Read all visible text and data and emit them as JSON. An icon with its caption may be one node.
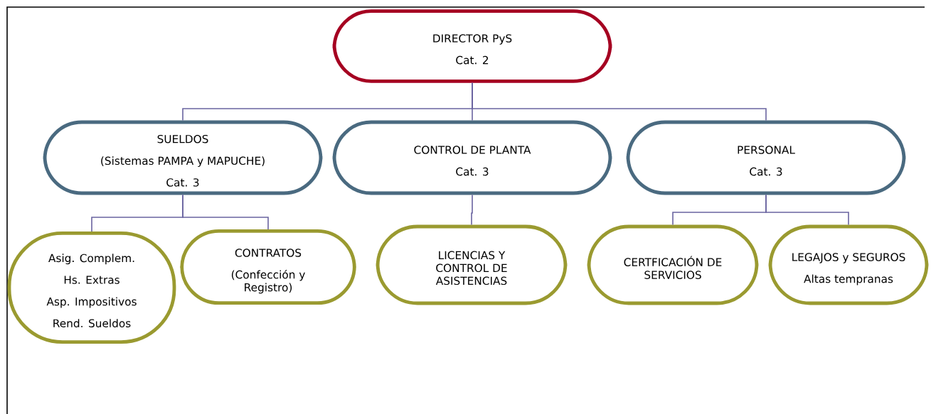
{
  "diagram": {
    "nodes": [
      {
        "text": [
          "DIRECTOR PyS",
          "Cat. 2"
        ]
      },
      {
        "text": [
          "SUELDOS",
          "(Sistemas PAMPA y MAPUCHE)",
          "Cat. 3"
        ]
      },
      {
        "text": [
          "CONTROL DE PLANTA",
          "Cat. 3"
        ]
      },
      {
        "text": [
          "PERSONAL",
          "Cat. 3"
        ]
      },
      {
        "text": [
          "Asig. Complem.",
          "Hs. Extras",
          "Asp. Impositivos",
          "Rend. Sueldos"
        ]
      },
      {
        "text": [
          "CONTRATOS",
          "(Confección y Registro)"
        ]
      },
      {
        "text": [
          "LICENCIAS Y CONTROL DE ASISTENCIAS"
        ]
      },
      {
        "text": [
          "CERTFICACIÓN DE SERVICIOS"
        ]
      },
      {
        "text": [
          "LEGAJOS y SEGUROS",
          "Altas tempranas"
        ]
      }
    ],
    "edges": [
      {
        "from": 0,
        "to": 1,
        "arrow": "none"
      },
      {
        "from": 0,
        "to": 2,
        "arrow": "none"
      },
      {
        "from": 0,
        "to": 3,
        "arrow": "none"
      },
      {
        "from": 1,
        "to": 4,
        "arrow": "none"
      },
      {
        "from": 1,
        "to": 5,
        "arrow": "none"
      },
      {
        "from": 2,
        "to": 6,
        "arrow": "none"
      },
      {
        "from": 3,
        "to": 7,
        "arrow": "none"
      },
      {
        "from": 3,
        "to": 8,
        "arrow": "none"
      }
    ]
  }
}
